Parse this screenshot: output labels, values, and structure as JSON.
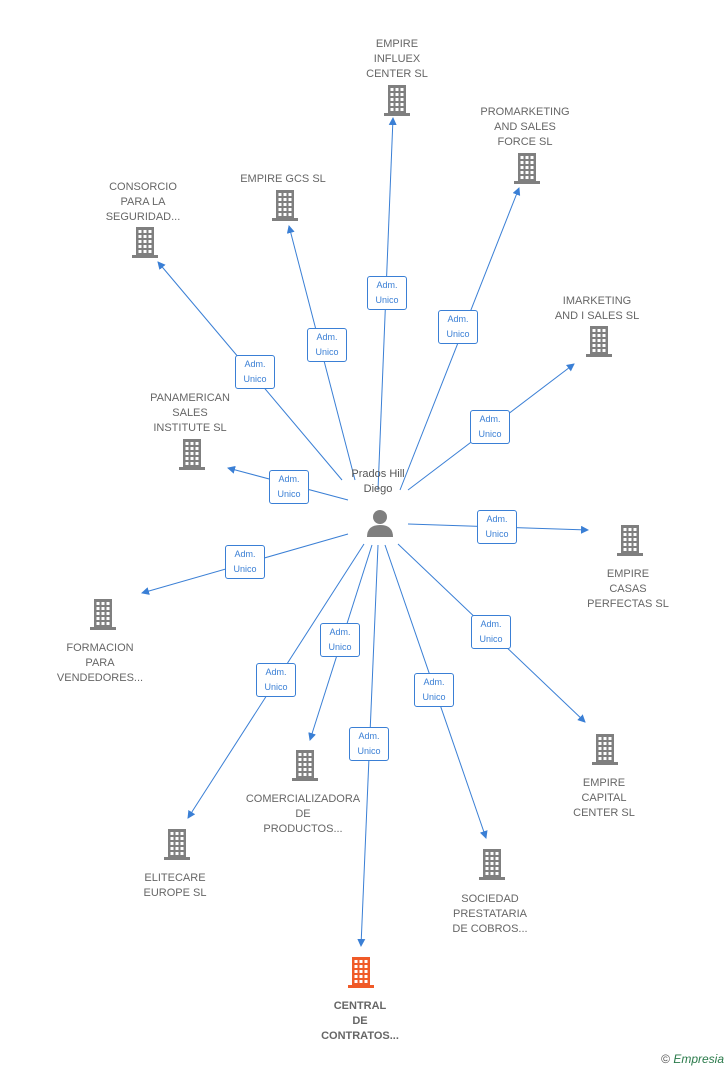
{
  "center": {
    "name": "Prados Hill\nDiego"
  },
  "relation_label": "Adm.\nUnico",
  "colors": {
    "line": "#3a7fd5",
    "building": "#7f7f7f",
    "highlight": "#f05a28"
  },
  "nodes": [
    {
      "id": "empire-influex",
      "label": "EMPIRE\nINFLUEX\nCENTER  SL"
    },
    {
      "id": "promarketing",
      "label": "PROMARKETING\nAND SALES\nFORCE  SL"
    },
    {
      "id": "empire-gcs",
      "label": "EMPIRE GCS  SL"
    },
    {
      "id": "consorcio",
      "label": "CONSORCIO\nPARA LA\nSEGURIDAD..."
    },
    {
      "id": "imarketing",
      "label": "IMARKETING\nAND I SALES  SL"
    },
    {
      "id": "panamerican",
      "label": "PANAMERICAN\nSALES\nINSTITUTE  SL"
    },
    {
      "id": "empire-casas",
      "label": "EMPIRE\nCASAS\nPERFECTAS  SL"
    },
    {
      "id": "formacion",
      "label": "FORMACION\nPARA\nVENDEDORES..."
    },
    {
      "id": "empire-capital",
      "label": "EMPIRE\nCAPITAL\nCENTER  SL"
    },
    {
      "id": "comercializadora",
      "label": "COMERCIALIZADORA\nDE\nPRODUCTOS..."
    },
    {
      "id": "elitecare",
      "label": "ELITECARE\nEUROPE  SL"
    },
    {
      "id": "sociedad",
      "label": "SOCIEDAD\nPRESTATARIA\nDE COBROS..."
    },
    {
      "id": "central",
      "label": "CENTRAL\nDE\nCONTRATOS...",
      "highlight": true
    }
  ],
  "footer": {
    "copyright": "©",
    "brand": "Empresia"
  }
}
